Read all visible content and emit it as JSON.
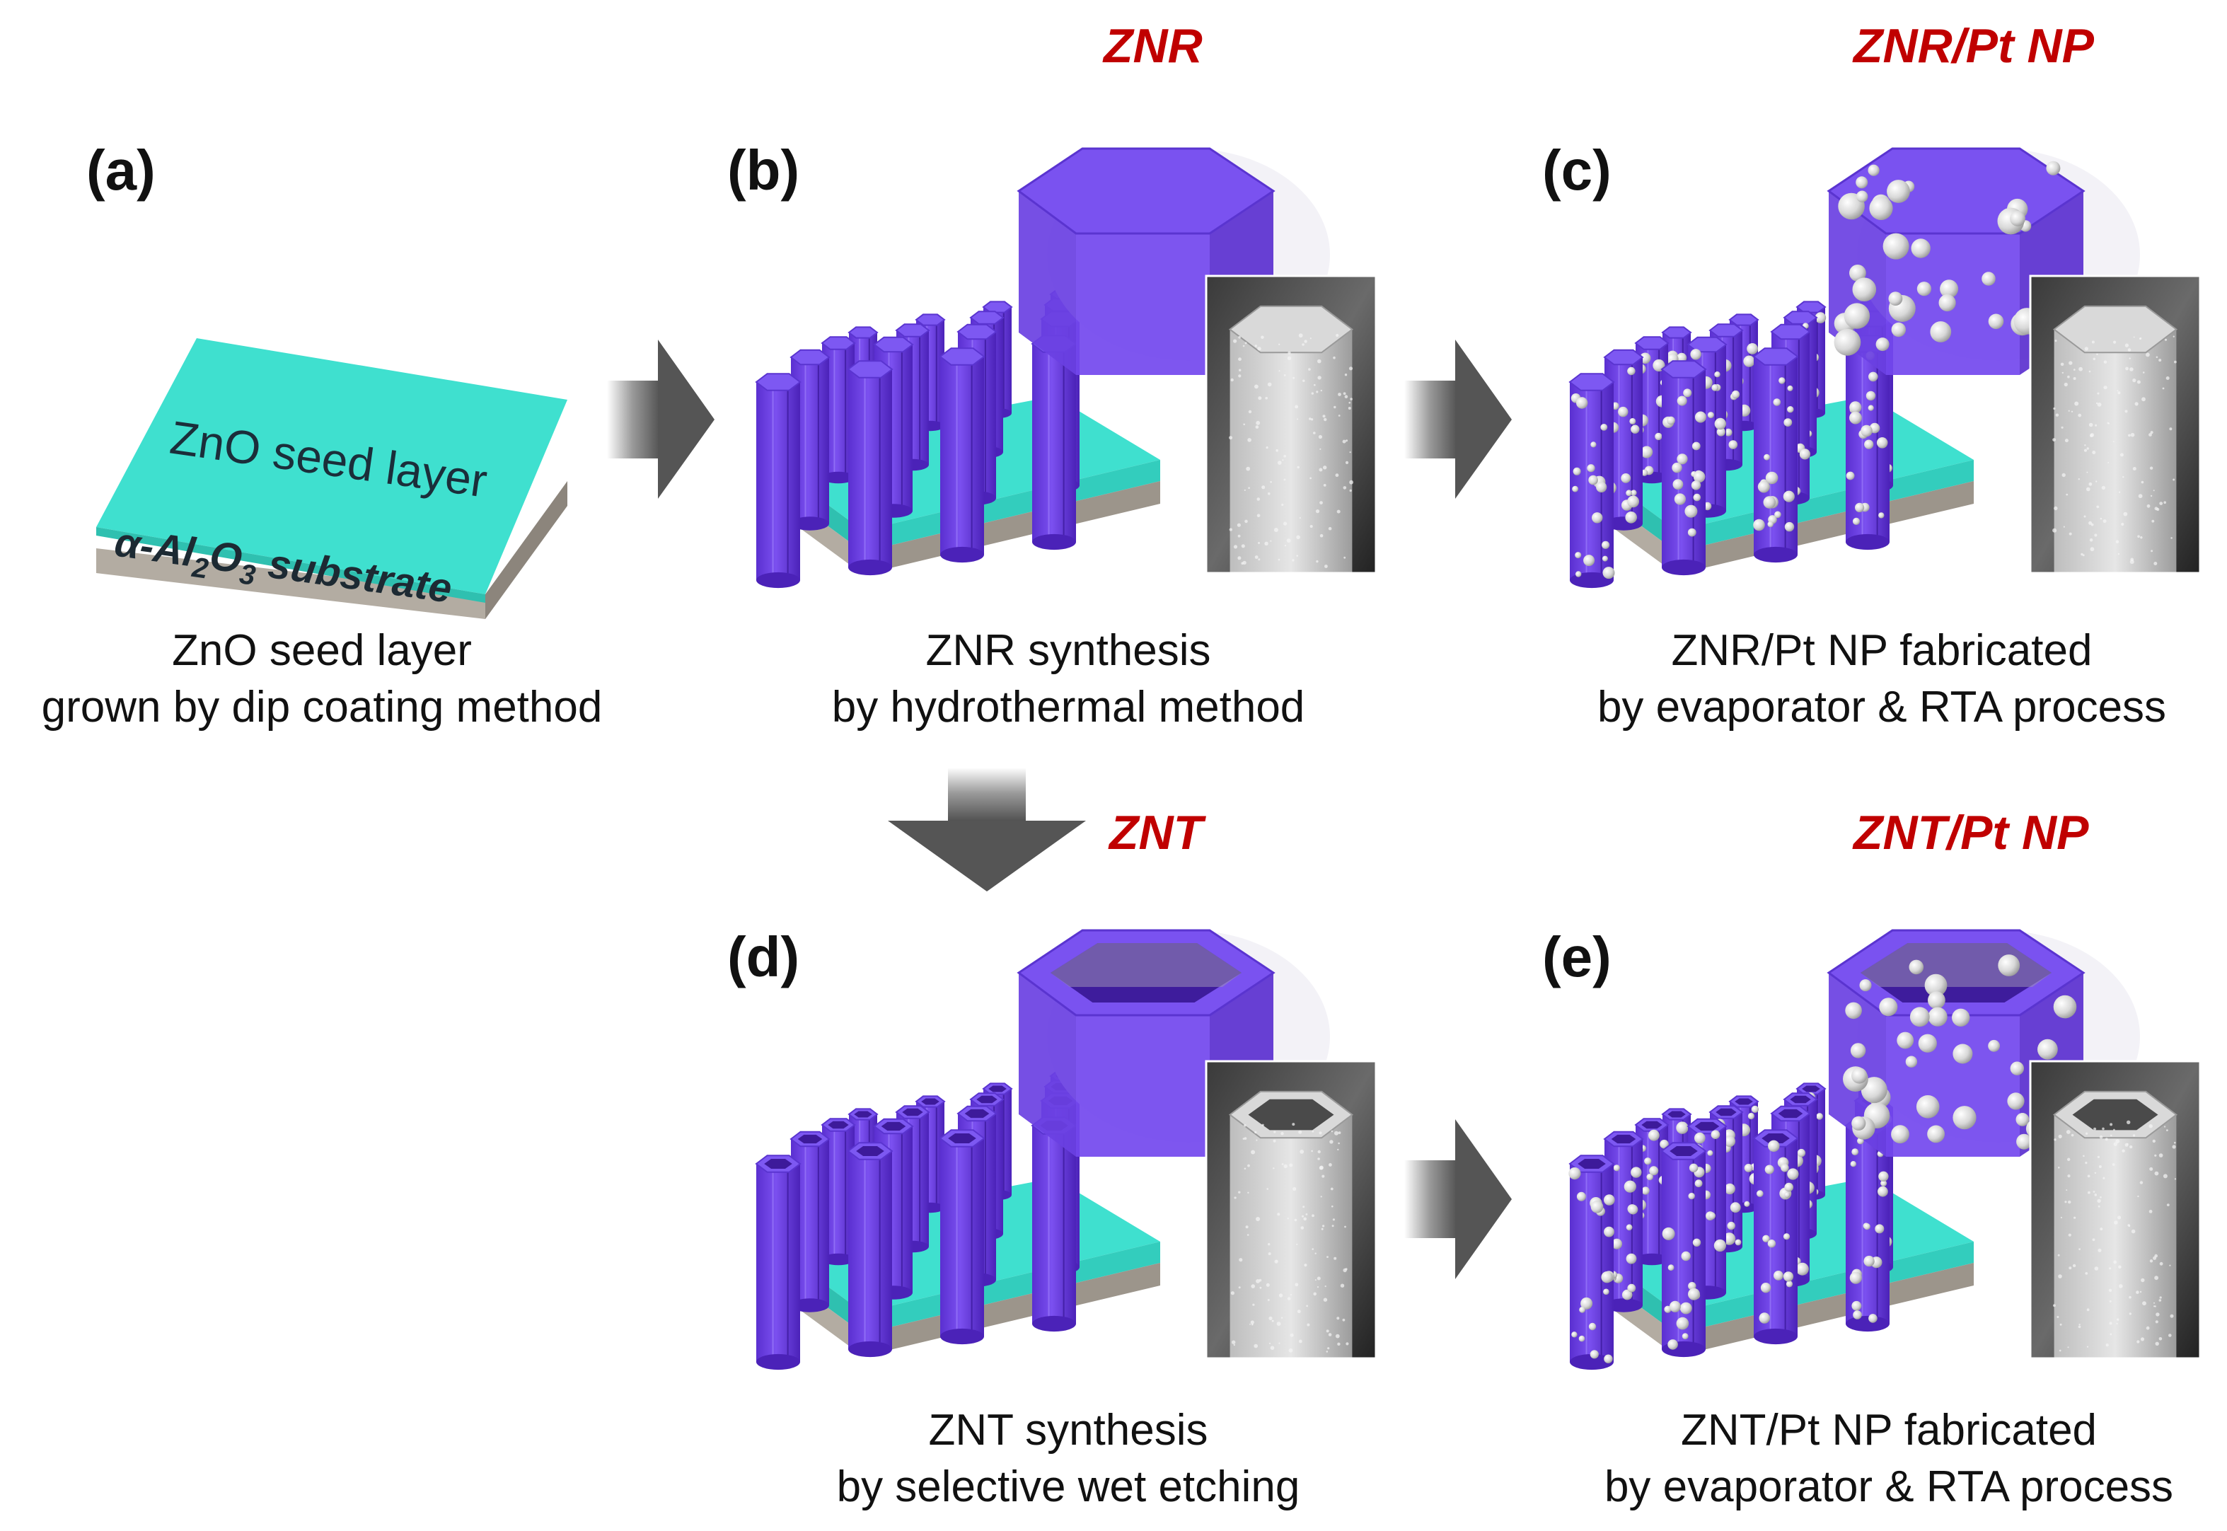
{
  "panels": {
    "a": {
      "letter": "(a)",
      "seed_label": "ZnO seed layer",
      "substrate_label_parts": [
        "α-Al",
        "2",
        "O",
        "3",
        " substrate"
      ],
      "caption": [
        "ZnO seed layer",
        "grown by dip coating method"
      ]
    },
    "b": {
      "letter": "(b)",
      "title": "ZNR",
      "caption": [
        "ZNR synthesis",
        "by hydrothermal method"
      ]
    },
    "c": {
      "letter": "(c)",
      "title": "ZNR/Pt NP",
      "caption": [
        "ZNR/Pt NP fabricated",
        "by evaporator & RTA process"
      ]
    },
    "d": {
      "letter": "(d)",
      "title": "ZNT",
      "caption": [
        "ZNT synthesis",
        "by selective wet etching"
      ]
    },
    "e": {
      "letter": "(e)",
      "title": "ZNT/Pt NP",
      "caption": [
        "ZNT/Pt NP fabricated",
        "by evaporator & RTA process"
      ]
    }
  },
  "colors": {
    "seed_layer": "#3fe0cf",
    "substrate": "#b3aca2",
    "rod": "#6a3fe0",
    "title": "#c00000",
    "arrow": "#5a5a5a"
  }
}
